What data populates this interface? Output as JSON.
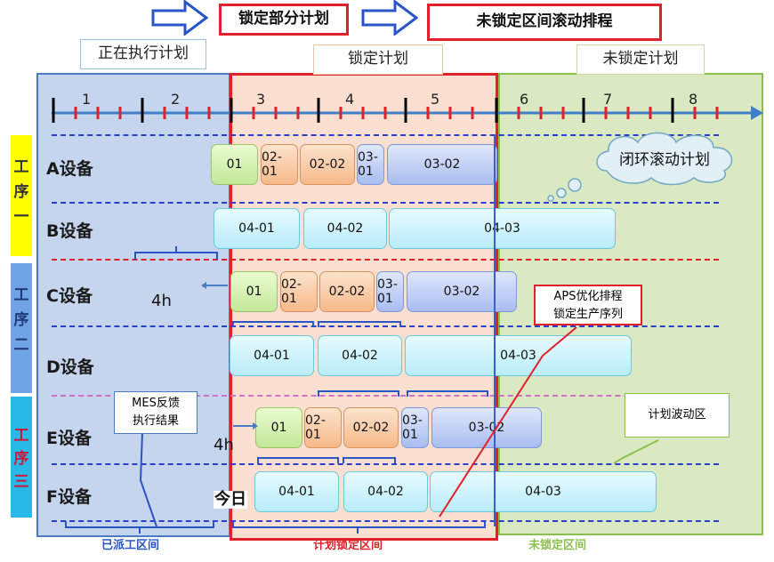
{
  "header": {
    "arrow_label_1": "锁定部分计划",
    "arrow_label_2": "未锁定区间滚动排程"
  },
  "zones": {
    "executing_title": "正在执行计划",
    "locked_title": "锁定计划",
    "unlocked_title": "未锁定计划",
    "dispatched_label": "已派工区间",
    "locked_label": "计划锁定区间",
    "unlocked_label": "未锁定区间"
  },
  "timeline": [
    "1",
    "2",
    "3",
    "4",
    "5",
    "6",
    "7",
    "8"
  ],
  "stages": [
    {
      "name": "工序一",
      "chars": [
        "工",
        "序",
        "一"
      ],
      "color": "#ffff00"
    },
    {
      "name": "工序二",
      "chars": [
        "工",
        "序",
        "二"
      ],
      "color": "#6fa3e6"
    },
    {
      "name": "工序三",
      "chars": [
        "工",
        "序",
        "三"
      ],
      "color": "#29b8e8"
    }
  ],
  "devices": [
    {
      "label": "A设备",
      "tasks": [
        "01",
        "02-01",
        "02-02",
        "03-01",
        "03-02"
      ]
    },
    {
      "label": "B设备",
      "tasks": [
        "04-01",
        "04-02",
        "04-03"
      ]
    },
    {
      "label": "C设备",
      "tasks": [
        "01",
        "02-01",
        "02-02",
        "03-01",
        "03-02"
      ]
    },
    {
      "label": "D设备",
      "tasks": [
        "04-01",
        "04-02",
        "04-03"
      ]
    },
    {
      "label": "E设备",
      "tasks": [
        "01",
        "02-01",
        "02-02",
        "03-01",
        "03-02"
      ]
    },
    {
      "label": "F设备",
      "tasks": [
        "04-01",
        "04-02",
        "04-03"
      ]
    }
  ],
  "annotations": {
    "cloud": "闭环滚动计划",
    "aps_line1": "APS优化排程",
    "aps_line2": "锁定生产序列",
    "mes_line1": "MES反馈",
    "mes_line2": "执行结果",
    "fluctuation": "计划波动区",
    "gap_c": "4h",
    "gap_e": "4h",
    "today": "今日"
  },
  "colors": {
    "dispatched_zone": "#c5d5ee",
    "locked_zone": "#fbe0d2",
    "unlocked_zone": "#dbe9c2",
    "accent_red": "#e0202a",
    "axis_blue": "#3f7ec8"
  }
}
